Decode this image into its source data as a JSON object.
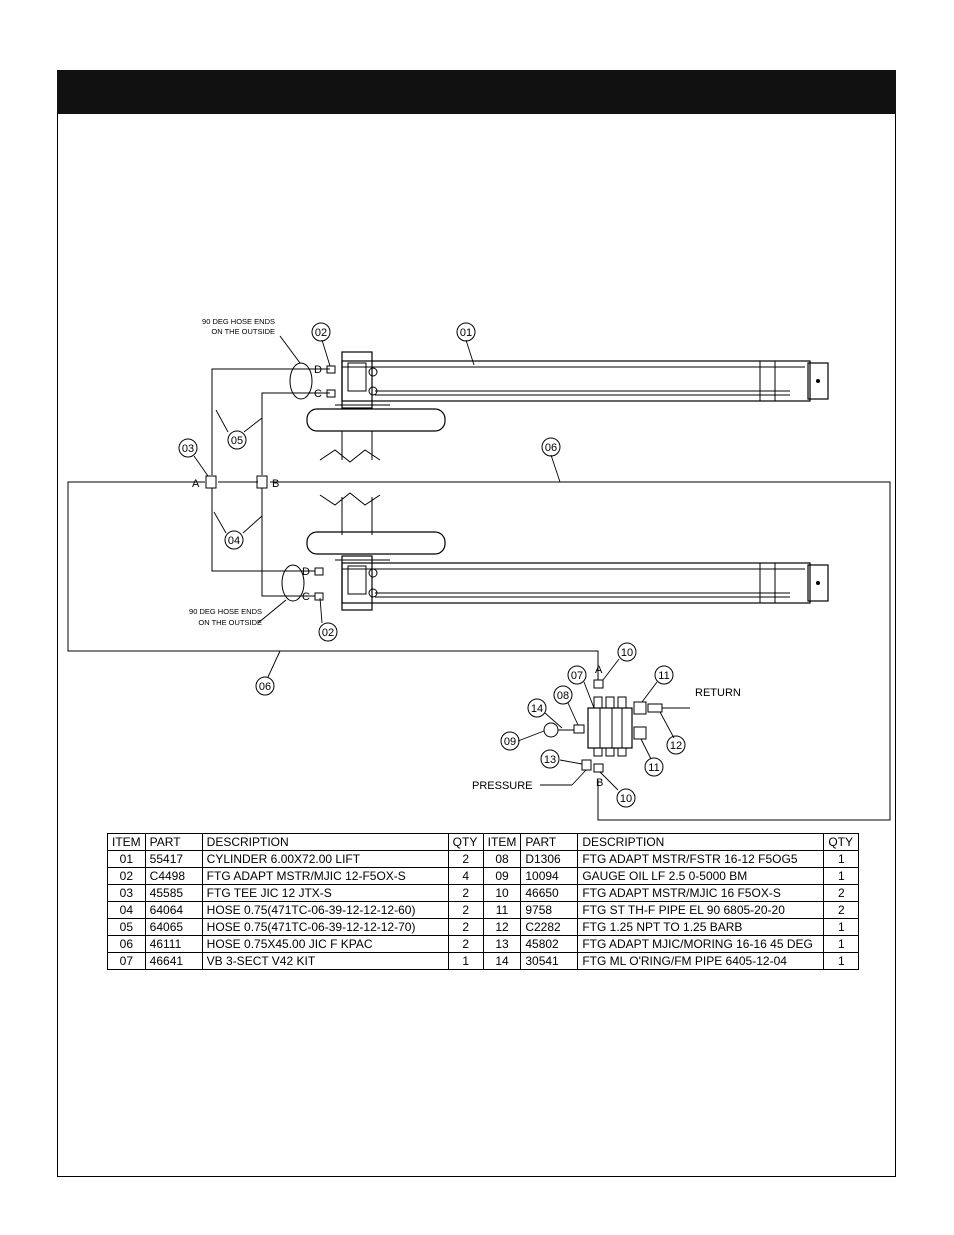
{
  "diagram": {
    "note_top": [
      "90 DEG HOSE ENDS",
      "ON THE OUTSIDE"
    ],
    "note_bottom": [
      "90 DEG HOSE ENDS",
      "ON THE OUTSIDE"
    ],
    "callouts": {
      "c01": "01",
      "c02a": "02",
      "c02b": "02",
      "c03": "03",
      "c04": "04",
      "c05": "05",
      "c06a": "06",
      "c06b": "06",
      "c07": "07",
      "c08": "08",
      "c09": "09",
      "c10a": "10",
      "c10b": "10",
      "c11a": "11",
      "c11b": "11",
      "c12": "12",
      "c13": "13",
      "c14": "14"
    },
    "ports": {
      "d_top": "D",
      "c_top": "C",
      "d_bot": "D",
      "c_bot": "C",
      "a_tee": "A",
      "b_tee": "B",
      "a_valve": "A",
      "b_valve": "B"
    },
    "labels": {
      "return": "RETURN",
      "pressure": "PRESSURE"
    }
  },
  "parts_table": {
    "headers": [
      "ITEM",
      "PART",
      "DESCRIPTION",
      "QTY",
      "ITEM",
      "PART",
      "DESCRIPTION",
      "QTY"
    ],
    "rows": [
      [
        "01",
        "55417",
        "CYLINDER 6.00X72.00 LIFT",
        "2",
        "08",
        "D1306",
        "FTG ADAPT MSTR/FSTR 16-12 F5OG5",
        "1"
      ],
      [
        "02",
        "C4498",
        "FTG ADAPT MSTR/MJIC 12-F5OX-S",
        "4",
        "09",
        "10094",
        "GAUGE OIL LF 2.5 0-5000 BM",
        "1"
      ],
      [
        "03",
        "45585",
        "FTG TEE JIC 12 JTX-S",
        "2",
        "10",
        "46650",
        "FTG ADAPT MSTR/MJIC 16 F5OX-S",
        "2"
      ],
      [
        "04",
        "64064",
        "HOSE 0.75(471TC-06-39-12-12-12-60)",
        "2",
        "11",
        "9758",
        "FTG ST TH-F PIPE EL 90 6805-20-20",
        "2"
      ],
      [
        "05",
        "64065",
        "HOSE 0.75(471TC-06-39-12-12-12-70)",
        "2",
        "12",
        "C2282",
        "FTG 1.25 NPT TO 1.25 BARB",
        "1"
      ],
      [
        "06",
        "46111",
        "HOSE 0.75X45.00 JIC F KPAC",
        "2",
        "13",
        "45802",
        "FTG ADAPT MJIC/MORING 16-16 45 DEG",
        "1"
      ],
      [
        "07",
        "46641",
        "VB 3-SECT V42 KIT",
        "1",
        "14",
        "30541",
        "FTG ML O'RING/FM PIPE 6405-12-04",
        "1"
      ]
    ]
  }
}
